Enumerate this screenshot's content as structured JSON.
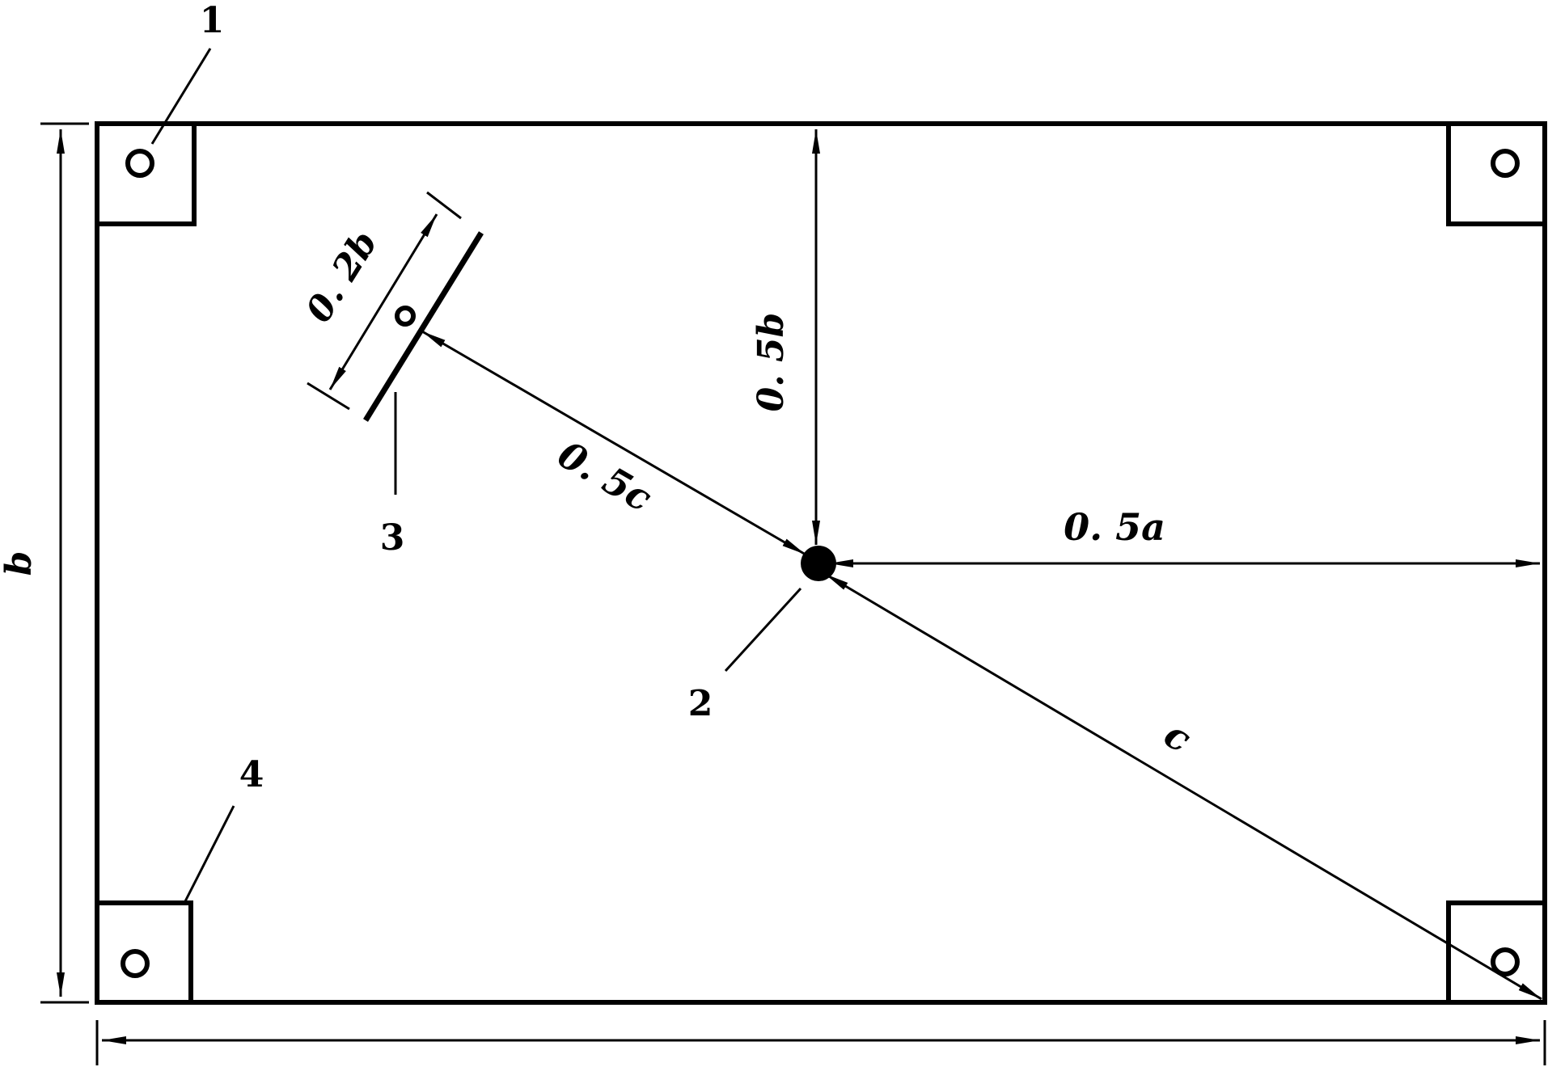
{
  "callouts": {
    "c1": "1",
    "c2": "2",
    "c3": "3",
    "c4": "4"
  },
  "dimensions": {
    "height": "b",
    "half_height": "0. 5b",
    "half_width": "0. 5a",
    "diagonal": "c",
    "half_diagonal": "0. 5c",
    "fifth_height": "0. 2b"
  },
  "colors": {
    "ink": "#000000",
    "paper": "#ffffff"
  }
}
